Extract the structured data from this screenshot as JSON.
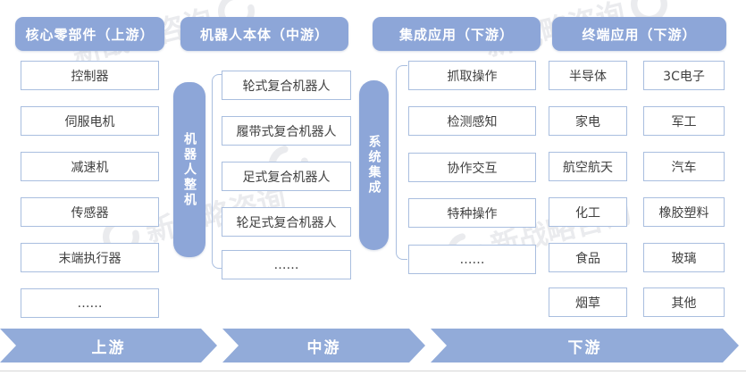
{
  "diagram": {
    "columns": [
      {
        "header": "核心零部件（上游）",
        "items": [
          "控制器",
          "伺服电机",
          "减速机",
          "传感器",
          "末端执行器",
          "……"
        ]
      },
      {
        "header": "机器人本体（中游）",
        "items": [
          "轮式复合机器人",
          "履带式复合机器人",
          "足式复合机器人",
          "轮足式复合机器人",
          "……"
        ]
      },
      {
        "header": "集成应用（下游）",
        "items": [
          "抓取操作",
          "检测感知",
          "协作交互",
          "特种操作",
          "……"
        ]
      },
      {
        "header": "终端应用（下游）",
        "items_left": [
          "半导体",
          "家电",
          "航空航天",
          "化工",
          "食品",
          "烟草"
        ],
        "items_right": [
          "3C电子",
          "军工",
          "汽车",
          "橡胶塑料",
          "玻璃",
          "其他"
        ]
      }
    ],
    "connectors": [
      {
        "label": "机器人整机"
      },
      {
        "label": "系统集成"
      }
    ],
    "flow": {
      "segments": [
        "上游",
        "中游",
        "下游"
      ]
    },
    "watermark": {
      "text": "新战略咨询"
    },
    "colors": {
      "accent_blue": "#8DA6D8",
      "banner_blue": "#92ABD9",
      "box_border": "#A9BEDF",
      "box_text": "#404040"
    }
  }
}
